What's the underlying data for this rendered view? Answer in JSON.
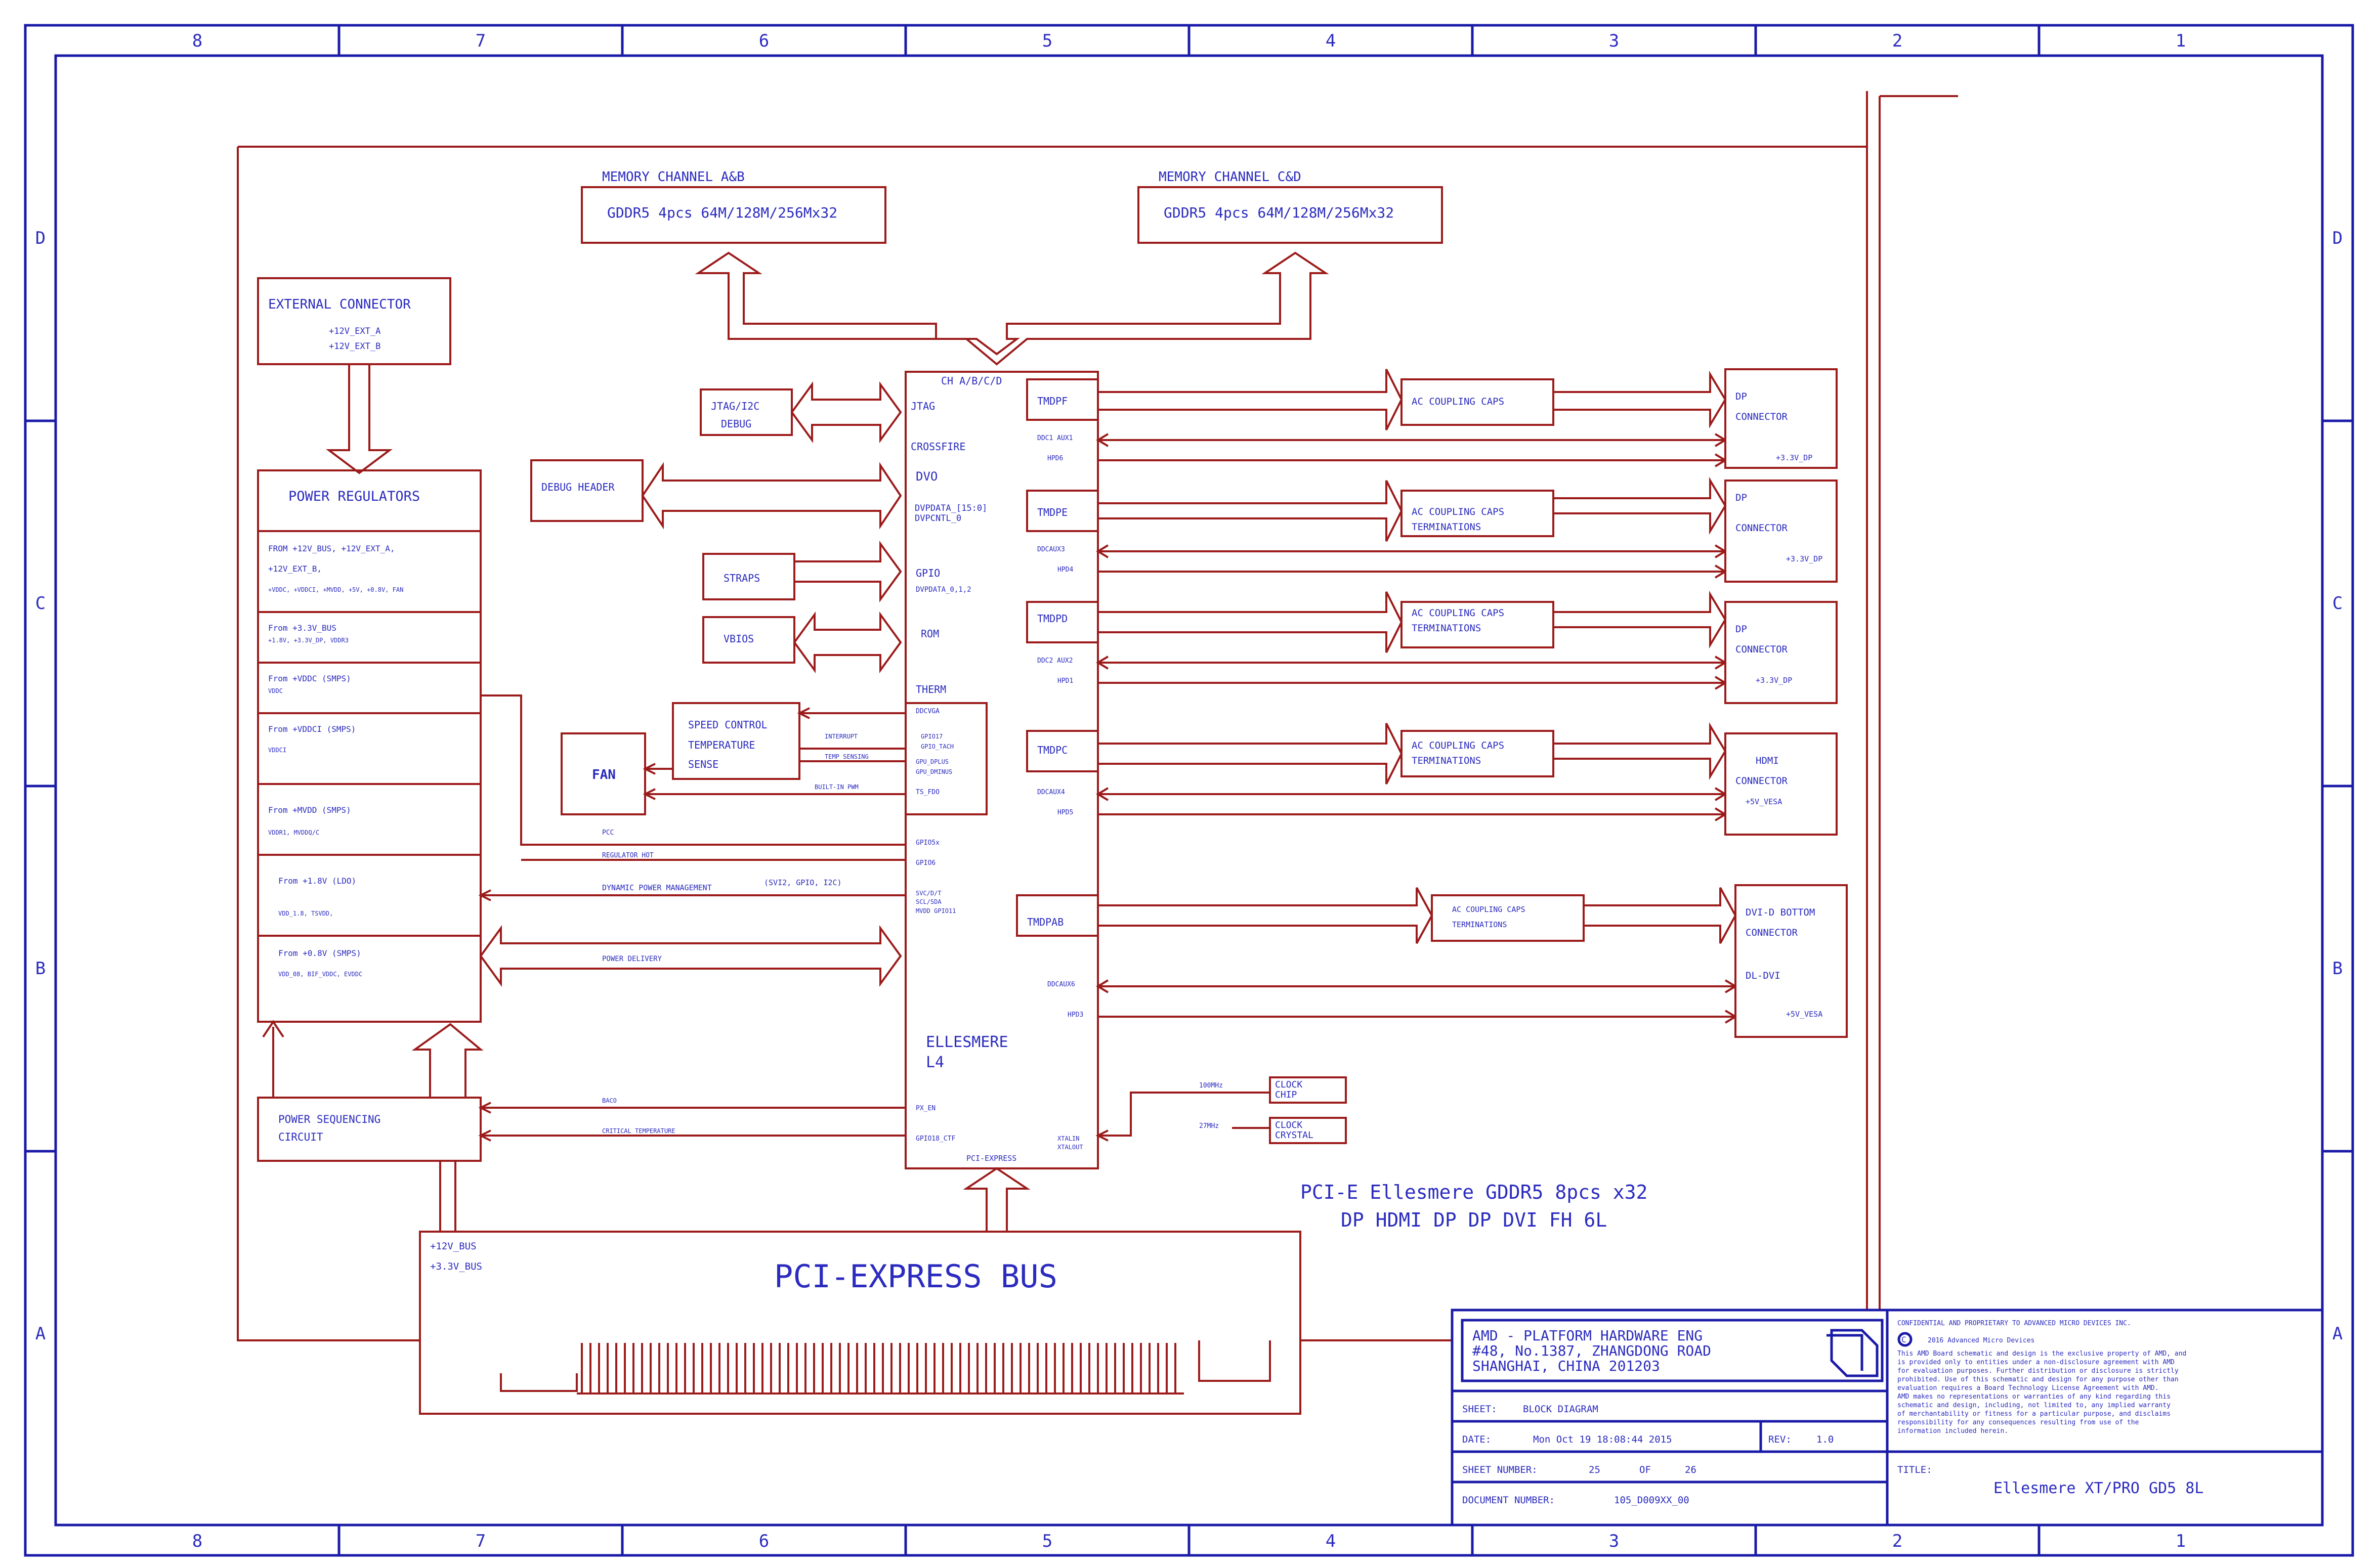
{
  "colors": {
    "frame": "#1a1aa8",
    "wire": "#9c1b1b",
    "text": "#2b2bbf"
  },
  "frame": {
    "cols_top": [
      "8",
      "7",
      "6",
      "5",
      "4",
      "3",
      "2",
      "1"
    ],
    "rows": [
      "D",
      "C",
      "B",
      "A"
    ]
  },
  "memory": {
    "ab_title": "MEMORY CHANNEL A&B",
    "ab_label": "GDDR5 4pcs 64M/128M/256Mx32",
    "cd_title": "MEMORY CHANNEL C&D",
    "cd_label": "GDDR5 4pcs 64M/128M/256Mx32"
  },
  "ext": {
    "title": "EXTERNAL CONNECTOR",
    "l1": "+12V_EXT_A",
    "l2": "+12V_EXT_B"
  },
  "pwr": {
    "title": "POWER REGULATORS",
    "s1a": "FROM +12V_BUS, +12V_EXT_A,",
    "s1b": "+12V_EXT_B,",
    "s1c": "+VDDC, +VDDCI, +MVDD, +5V, +0.8V, FAN",
    "s2a": "From +3.3V_BUS",
    "s2b": "+1.8V, +3.3V_DP, VDDR3",
    "s3a": "From +VDDC (SMPS)",
    "s3b": "VDDC",
    "s4a": "From +VDDCI (SMPS)",
    "s4b": "VDDCI",
    "s5a": "From +MVDD (SMPS)",
    "s5b": "VDDR1, MVDDQ/C",
    "s6a": "From +1.8V (LDO)",
    "s6b": "VDD_1.8, TSVDD,",
    "s7a": "From +0.8V (SMPS)",
    "s7b": "VDD_08, BIF_VDDC, EVDDC"
  },
  "seq": {
    "l1": "POWER SEQUENCING",
    "l2": "CIRCUIT"
  },
  "left": {
    "jtag1": "JTAG/I2C",
    "jtag2": "DEBUG",
    "debug": "DEBUG HEADER",
    "straps": "STRAPS",
    "vbios": "VBIOS",
    "fan": "FAN",
    "spd1": "SPEED CONTROL",
    "spd2": "TEMPERATURE",
    "spd3": "SENSE"
  },
  "gpu": {
    "chabcd": "CH A/B/C/D",
    "jtag": "JTAG",
    "crossfire": "CROSSFIRE",
    "dvo": "DVO",
    "dvpdata": "DVPDATA_[15:0]",
    "dvpcntl": "DVPCNTL_0",
    "gpio": "GPIO",
    "dvpdata012": "DVPDATA_0,1,2",
    "rom": "ROM",
    "therm": "THERM",
    "ddcvga": "DDCVGA",
    "gpio17": "GPIO17",
    "gpio_tach": "GPIO_TACH",
    "gpu_dplus": "GPU_DPLUS",
    "gpu_dminus": "GPU_DMINUS",
    "ts_fdo": "TS_FDO",
    "gpio_a": "GPIO5x",
    "gpio_b": "GPIO6",
    "svc": "SVC/D/T",
    "scl": "SCL/SDA",
    "mvdd": "MVDD GPIO11",
    "name1": "ELLESMERE",
    "name2": "L4",
    "pxen": "PX_EN",
    "gpio18": "GPIO18_CTF",
    "xtalin": "XTALIN",
    "xtalout": "XTALOUT",
    "pcie": "PCI-EXPRESS",
    "tmdpf": "TMDPF",
    "tmdpe": "TMDPE",
    "tmdpd": "TMDPD",
    "tmdpc": "TMDPC",
    "tmdpab": "TMDPAB",
    "ddc1": "DDC1 AUX1",
    "hpd6": "HPD6",
    "ddcaux3": "DDCAUX3",
    "hpd4": "HPD4",
    "ddc2": "DDC2 AUX2",
    "hpd1": "HPD1",
    "ddcaux4": "DDCAUX4",
    "hpd5": "HPD5",
    "ddcaux6": "DDCAUX6",
    "hpd3": "HPD3"
  },
  "sig": {
    "interrupt": "INTERRUPT",
    "temp": "TEMP SENSING",
    "pwm": "BUILT-IN PWM",
    "pcc": "PCC",
    "reghot": "REGULATOR HOT",
    "dpm": "DYNAMIC POWER MANAGEMENT",
    "svi2": "(SVI2, GPIO, I2C)",
    "pdel": "POWER DELIVERY",
    "baco": "BACO",
    "crit": "CRITICAL TEMPERATURE",
    "mhz100": "100MHz",
    "mhz27": "27MHz"
  },
  "ac": {
    "t1": "AC COUPLING CAPS",
    "t2": "TERMINATIONS"
  },
  "conn": {
    "dp": "DP",
    "connector": "CONNECTOR",
    "p33dp": "+3.3V_DP",
    "hdmi": "HDMI",
    "p5vesa": "+5V_VESA",
    "dvid": "DVI-D  BOTTOM",
    "dldvi": "DL-DVI"
  },
  "clk": {
    "c1a": "CLOCK",
    "c1b": "CHIP",
    "c2a": "CLOCK",
    "c2b": "CRYSTAL"
  },
  "bus": {
    "title": "PCI-EXPRESS BUS",
    "v12": "+12V_BUS",
    "v33": "+3.3V_BUS"
  },
  "board": {
    "line1": "PCI-E Ellesmere GDDR5 8pcs x32",
    "line2": "DP HDMI DP DP DVI FH 6L"
  },
  "tb": {
    "amd1": "AMD - PLATFORM HARDWARE ENG",
    "amd2": "#48, No.1387, ZHANGDONG ROAD",
    "amd3": "SHANGHAI, CHINA 201203",
    "sheet_k": "SHEET:",
    "sheet_v": "BLOCK DIAGRAM",
    "date_k": "DATE:",
    "date_v": "Mon Oct 19 18:08:44 2015",
    "rev_k": "REV:",
    "rev_v": "1.0",
    "sn_k": "SHEET NUMBER:",
    "sn_v": "25",
    "of": "OF",
    "sn_t": "26",
    "doc_k": "DOCUMENT NUMBER:",
    "doc_v": "105_D009XX_00",
    "conf": "CONFIDENTIAL AND PROPRIETARY TO ADVANCED MICRO DEVICES INC.",
    "copy": "2016   Advanced Micro Devices",
    "legal": [
      "This AMD Board schematic and design is the exclusive property of AMD, and",
      "is provided only to entities under a non-disclosure agreement with AMD",
      "for evaluation purposes. Further distribution or disclosure is strictly",
      "prohibited. Use of this schematic and design for any purpose other than",
      "evaluation requires a Board Technology License Agreement with AMD.",
      "AMD makes no representations or warranties of any kind regarding this",
      "schematic and design, including, not limited to, any implied warranty",
      "of merchantability or fitness for a particular purpose, and disclaims",
      "responsibility for any consequences resulting from use of the",
      "information included herein."
    ],
    "title_k": "TITLE:",
    "title_v": "Ellesmere XT/PRO GD5 8L"
  }
}
